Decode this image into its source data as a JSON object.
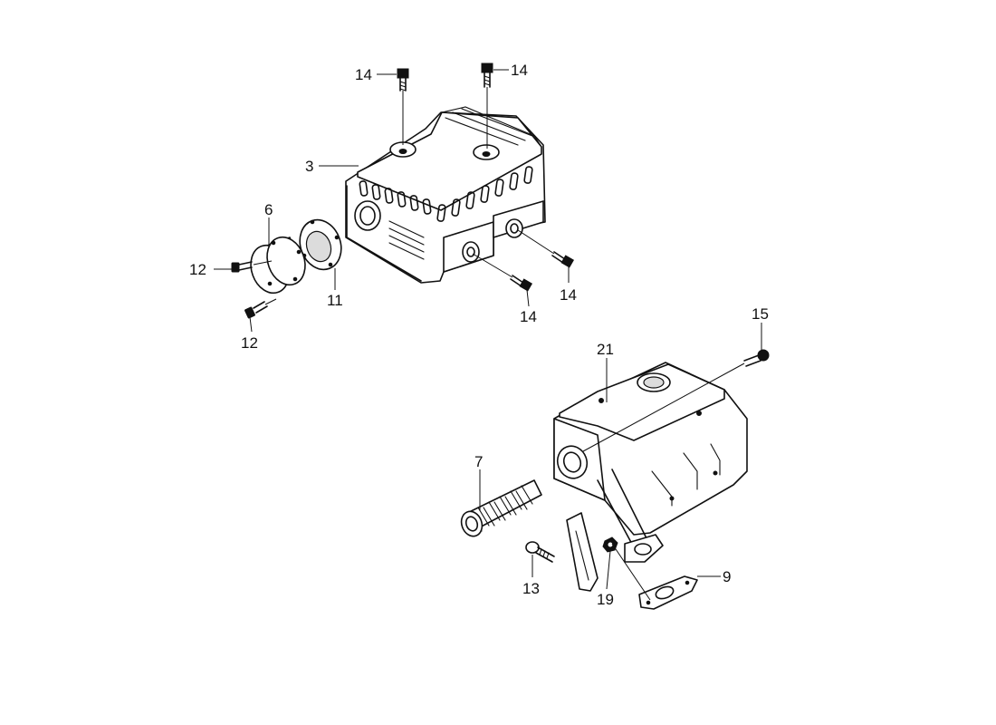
{
  "callouts": {
    "c14a": "14",
    "c14b": "14",
    "c3": "3",
    "c6": "6",
    "c12a": "12",
    "c11": "11",
    "c12b": "12",
    "c14c": "14",
    "c14d": "14",
    "c15": "15",
    "c21": "21",
    "c7": "7",
    "c13": "13",
    "c19": "19",
    "c9": "9"
  }
}
